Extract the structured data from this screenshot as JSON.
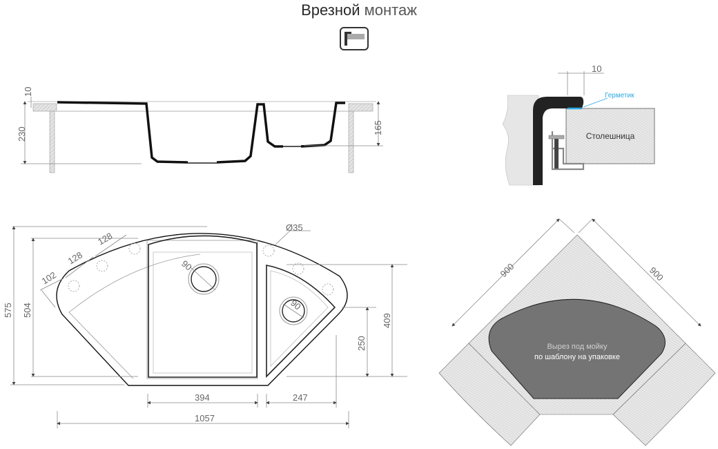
{
  "title": {
    "bold": "Врезной",
    "light": "монтаж"
  },
  "mount_icon": "flush-mount-icon",
  "side_view": {
    "dims": {
      "lip": "10",
      "depth_main": "230",
      "depth_small": "165"
    }
  },
  "detail": {
    "offset": "10",
    "sealant": "Герметик",
    "countertop": "Столешница",
    "sealant_color": "#29a8e0"
  },
  "plan": {
    "dims": {
      "total_height": "575",
      "inner_height": "504",
      "right_height": "409",
      "small_bowl_height": "250",
      "main_bowl_width": "394",
      "small_bowl_width": "247",
      "total_width": "1057",
      "hole_spacing_1": "102",
      "hole_spacing_2": "128",
      "hole_spacing_3": "128",
      "hole_diameter": "Ø35",
      "drain_main": "90",
      "drain_small": "90"
    }
  },
  "cutout": {
    "side_a": "900",
    "side_b": "900",
    "line1": "Вырез под мойку",
    "line2": "по шаблону на упаковке"
  }
}
